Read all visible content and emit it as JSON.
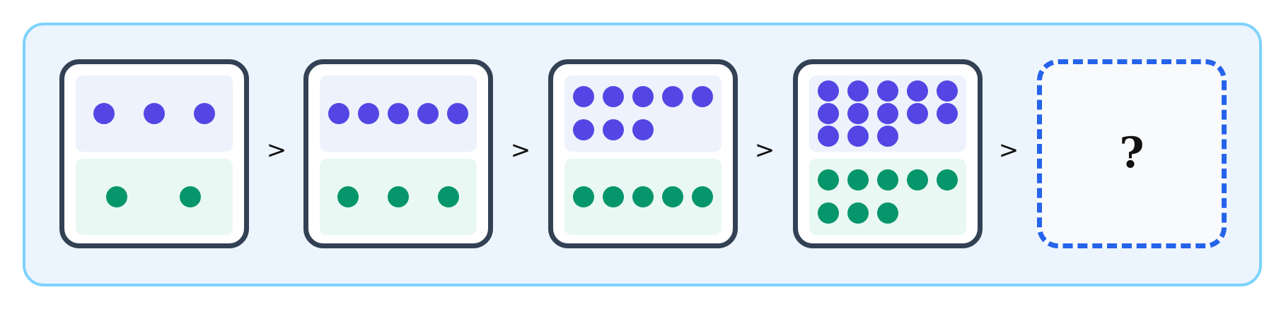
{
  "colors": {
    "frame_border": "#7dd3fc",
    "frame_fill": "#ecf4fd",
    "card_border": "#334155",
    "top_dot": "#5346e4",
    "bottom_dot": "#06966b",
    "answer_border": "#2563eb"
  },
  "panels": [
    {
      "top_count": 3,
      "bottom_count": 2
    },
    {
      "top_count": 5,
      "bottom_count": 3
    },
    {
      "top_count": 8,
      "bottom_count": 5
    },
    {
      "top_count": 13,
      "bottom_count": 8
    }
  ],
  "separator": ">",
  "answer": {
    "label": "?"
  }
}
